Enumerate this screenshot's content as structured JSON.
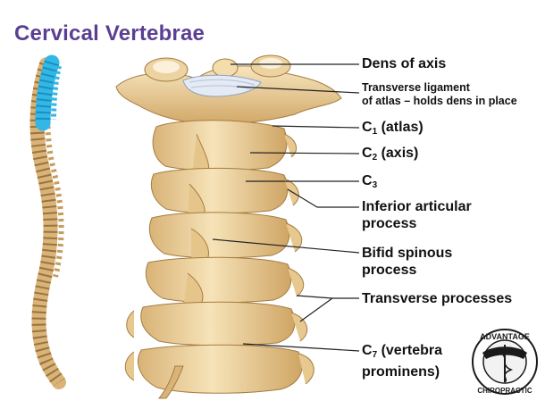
{
  "title": "Cervical Vertebrae",
  "labels": {
    "dens": "Dens of axis",
    "transverse_ligament_line1": "Transverse ligament",
    "transverse_ligament_line2": "of atlas – holds dens in place",
    "c1_prefix": "C",
    "c1_sub": "1",
    "c1_suffix": " (atlas)",
    "c2_prefix": "C",
    "c2_sub": "2",
    "c2_suffix": " (axis)",
    "c3_prefix": "C",
    "c3_sub": "3",
    "inferior_line1": "Inferior articular",
    "inferior_line2": "process",
    "bifid_line1": "Bifid spinous",
    "bifid_line2": "process",
    "transverse_processes": "Transverse processes",
    "c7_prefix": "C",
    "c7_sub": "7",
    "c7_suffix": " (vertebra",
    "c7_line2": "prominens)"
  },
  "logo": {
    "top_text": "ADVANTAGE",
    "bottom_text": "CHIROPRACTIC"
  },
  "colors": {
    "title": "#5b3f93",
    "bone": "#f1d9a6",
    "bone_shadow": "#c79c5b",
    "highlight": "#33b7e6",
    "ligament": "#dfe7f2"
  }
}
